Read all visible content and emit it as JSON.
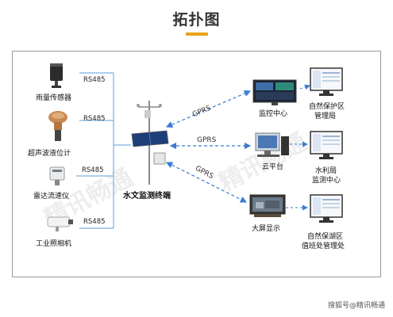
{
  "header": {
    "title": "拓扑图"
  },
  "sensors": [
    {
      "name": "雨量传感器",
      "protocol": "RS485",
      "icon": "rain-gauge-icon"
    },
    {
      "name": "超声波液位计",
      "protocol": "RS485",
      "icon": "ultrasonic-level-meter-icon"
    },
    {
      "name": "雷达流速仪",
      "protocol": "RS485",
      "icon": "radar-flow-meter-icon"
    },
    {
      "name": "工业照相机",
      "protocol": "RS485",
      "icon": "industrial-camera-icon"
    }
  ],
  "terminal": {
    "name": "水文监测终端",
    "icon": "solar-terminal-station-icon"
  },
  "links": [
    "GPRS",
    "GPRS",
    "GPRS"
  ],
  "centers": [
    {
      "name": "监控中心",
      "icon": "monitor-screen-icon"
    },
    {
      "name": "云平台",
      "icon": "cloud-server-icon"
    },
    {
      "name": "大屏显示",
      "icon": "large-display-icon"
    }
  ],
  "clients": [
    {
      "name_line1": "自然保护区",
      "name_line2": "管理局",
      "icon": "computer-monitor-icon"
    },
    {
      "name_line1": "水利局",
      "name_line2": "监测中心",
      "icon": "computer-monitor-icon"
    },
    {
      "name_line1": "自然保湖区",
      "name_line2": "值班处管理处",
      "icon": "computer-monitor-icon"
    }
  ],
  "watermark": "精讯畅通",
  "footer": "搜狐号@精讯畅通",
  "colors": {
    "accent": "#e8a21b",
    "link": "#3a7bd5",
    "sensor_line": "#5aa0dc"
  }
}
